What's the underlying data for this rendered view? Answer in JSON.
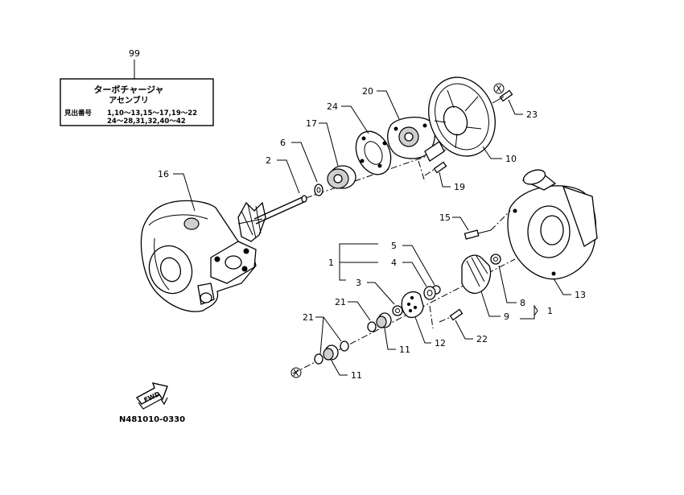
{
  "assembly_box": {
    "ref": "99",
    "title": "ターボチャージャ",
    "subtitle": "アセンブリ",
    "incl_label": "見出番号",
    "incl_line1": "1,10〜13,15〜17,19〜22",
    "incl_line2": "24〜28,31,32,40〜42"
  },
  "labels": {
    "p1a": "1",
    "p1b": "1",
    "p2": "2",
    "p3": "3",
    "p4": "4",
    "p5": "5",
    "p6": "6",
    "p8": "8",
    "p9": "9",
    "p10": "10",
    "p11a": "11",
    "p11b": "11",
    "p12": "12",
    "p13": "13",
    "p15": "15",
    "p16": "16",
    "p17": "17",
    "p19": "19",
    "p20": "20",
    "p21a": "21",
    "p21b": "21",
    "p22": "22",
    "p23": "23",
    "p24": "24",
    "ref_x_top": "X",
    "ref_x_bottom": "X"
  },
  "fwd_label": "FWD",
  "drawing_number": "N481010-0330"
}
